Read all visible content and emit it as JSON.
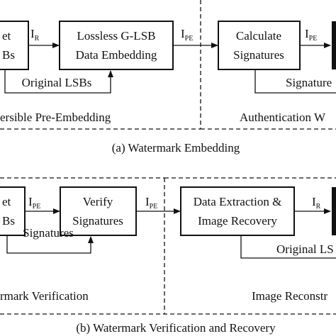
{
  "panel_a": {
    "box_left": [
      "et",
      "Bs"
    ],
    "box_mid": [
      "Lossless G-LSB",
      "Data Embedding"
    ],
    "box_right": [
      "Calculate",
      "Signatures"
    ],
    "arrow_ir": {
      "main": "I",
      "sub": "R"
    },
    "arrow_ipe1": {
      "main": "I",
      "sub": "PE"
    },
    "arrow_ipe2": {
      "main": "I",
      "sub": "PE"
    },
    "feedback_label": "Original LSBs",
    "right_feedback_label": "Signature",
    "region_left": "ersible Pre-Embedding",
    "region_right": "Authentication W",
    "caption": "(a) Watermark Embedding"
  },
  "panel_b": {
    "box_left": [
      "et",
      "Bs"
    ],
    "box_mid": [
      "Verify",
      "Signatures"
    ],
    "box_right": [
      "Data Extraction &",
      "Image Recovery"
    ],
    "arrow_ipe1": {
      "main": "I",
      "sub": "PE"
    },
    "arrow_ipe2": {
      "main": "I",
      "sub": "PE"
    },
    "arrow_ir": {
      "main": "I",
      "sub": "R"
    },
    "feedback_label": "Signatures",
    "right_feedback_label": "Original LS",
    "region_left": "rmark Verification",
    "region_right": "Image Reconstr",
    "caption": "(b) Watermark Verification and Recovery"
  }
}
